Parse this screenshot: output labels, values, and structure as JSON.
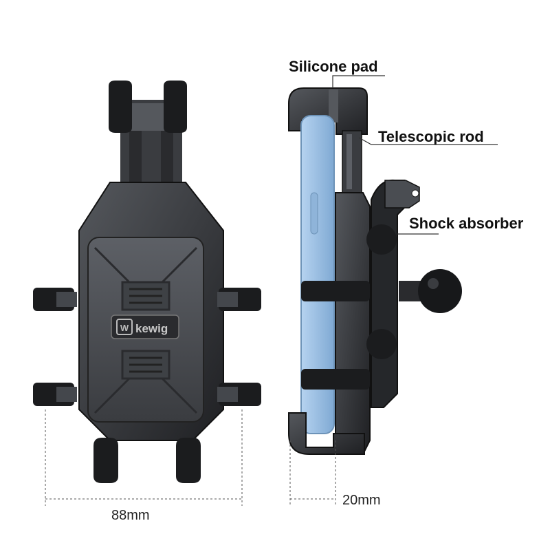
{
  "callouts": {
    "silicone_pad": "Silicone pad",
    "telescopic_rod": "Telescopic rod",
    "shock_absorber": "Shock absorber"
  },
  "dimensions": {
    "width": "88mm",
    "depth": "20mm"
  },
  "logo": {
    "text": "kewig"
  },
  "colors": {
    "body": "#2b2d30",
    "panel": "#4a4d52",
    "phone": "#9fc3e6",
    "line": "#333333"
  }
}
